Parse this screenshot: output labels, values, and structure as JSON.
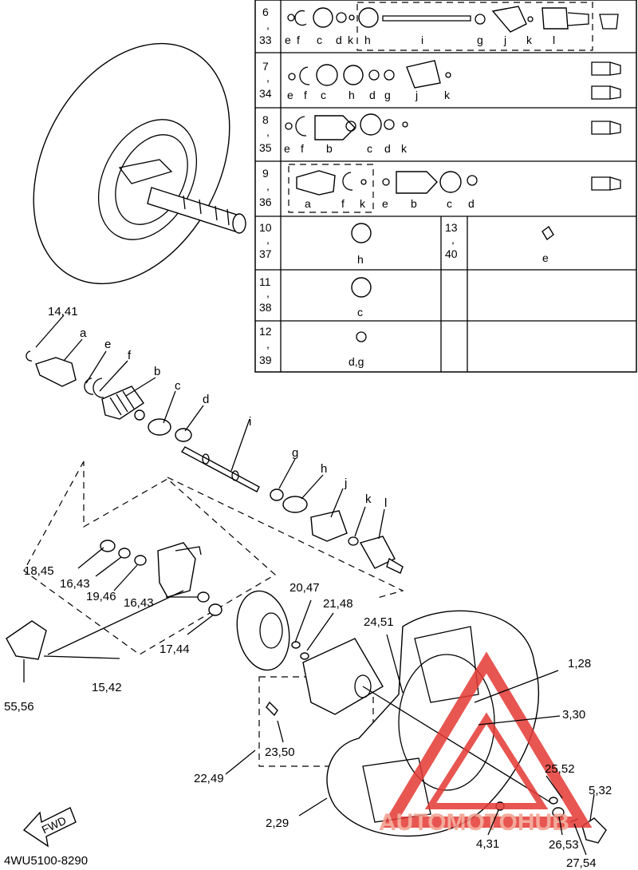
{
  "diagram": {
    "footer_code": "4WU5100-8290",
    "fwd_label": "FWD",
    "watermark": {
      "text": "AUTOMOTOHUB",
      "color": "#e53935"
    },
    "callouts": [
      {
        "id": "14,41",
        "text": "14,41"
      },
      {
        "id": "a",
        "text": "a"
      },
      {
        "id": "e",
        "text": "e"
      },
      {
        "id": "f",
        "text": "f"
      },
      {
        "id": "b",
        "text": "b"
      },
      {
        "id": "c",
        "text": "c"
      },
      {
        "id": "d",
        "text": "d"
      },
      {
        "id": "i",
        "text": "i"
      },
      {
        "id": "g",
        "text": "g"
      },
      {
        "id": "h",
        "text": "h"
      },
      {
        "id": "j",
        "text": "j"
      },
      {
        "id": "k",
        "text": "k"
      },
      {
        "id": "l",
        "text": "l"
      },
      {
        "id": "18,45",
        "text": "18,45"
      },
      {
        "id": "16,43a",
        "text": "16,43"
      },
      {
        "id": "19,46",
        "text": "19,46"
      },
      {
        "id": "16,43b",
        "text": "16,43"
      },
      {
        "id": "17,44",
        "text": "17,44"
      },
      {
        "id": "15,42",
        "text": "15,42"
      },
      {
        "id": "55,56",
        "text": "55,56"
      },
      {
        "id": "20,47",
        "text": "20,47"
      },
      {
        "id": "21,48",
        "text": "21,48"
      },
      {
        "id": "24,51",
        "text": "24,51"
      },
      {
        "id": "1,28",
        "text": "1,28"
      },
      {
        "id": "3,30",
        "text": "3,30"
      },
      {
        "id": "23,50",
        "text": "23,50"
      },
      {
        "id": "22,49",
        "text": "22,49"
      },
      {
        "id": "25,52",
        "text": "25,52"
      },
      {
        "id": "5,32",
        "text": "5,32"
      },
      {
        "id": "2,29",
        "text": "2,29"
      },
      {
        "id": "4,31",
        "text": "4,31"
      },
      {
        "id": "26,53",
        "text": "26,53"
      },
      {
        "id": "27,54",
        "text": "27,54"
      }
    ],
    "kit_table": {
      "rows": [
        {
          "ref_top": "6",
          "ref_bot": "33",
          "letters": [
            "e",
            "f",
            "c",
            "d",
            "k",
            "h",
            "i",
            "g",
            "j",
            "k",
            "l"
          ]
        },
        {
          "ref_top": "7",
          "ref_bot": "34",
          "letters": [
            "e",
            "f",
            "c",
            "h",
            "d",
            "g",
            "j",
            "k"
          ]
        },
        {
          "ref_top": "8",
          "ref_bot": "35",
          "letters": [
            "e",
            "f",
            "b",
            "c",
            "d",
            "k"
          ]
        },
        {
          "ref_top": "9",
          "ref_bot": "36",
          "letters": [
            "a",
            "f",
            "k",
            "e",
            "b",
            "c",
            "d"
          ]
        },
        {
          "ref_top": "10",
          "ref_bot": "37",
          "letters": [
            "h"
          ],
          "ref2_top": "13",
          "ref2_bot": "40",
          "letters2": [
            "e"
          ]
        },
        {
          "ref_top": "11",
          "ref_bot": "38",
          "letters": [
            "c"
          ]
        },
        {
          "ref_top": "12",
          "ref_bot": "39",
          "letters": [
            "d,g"
          ]
        }
      ],
      "sep": ","
    }
  }
}
